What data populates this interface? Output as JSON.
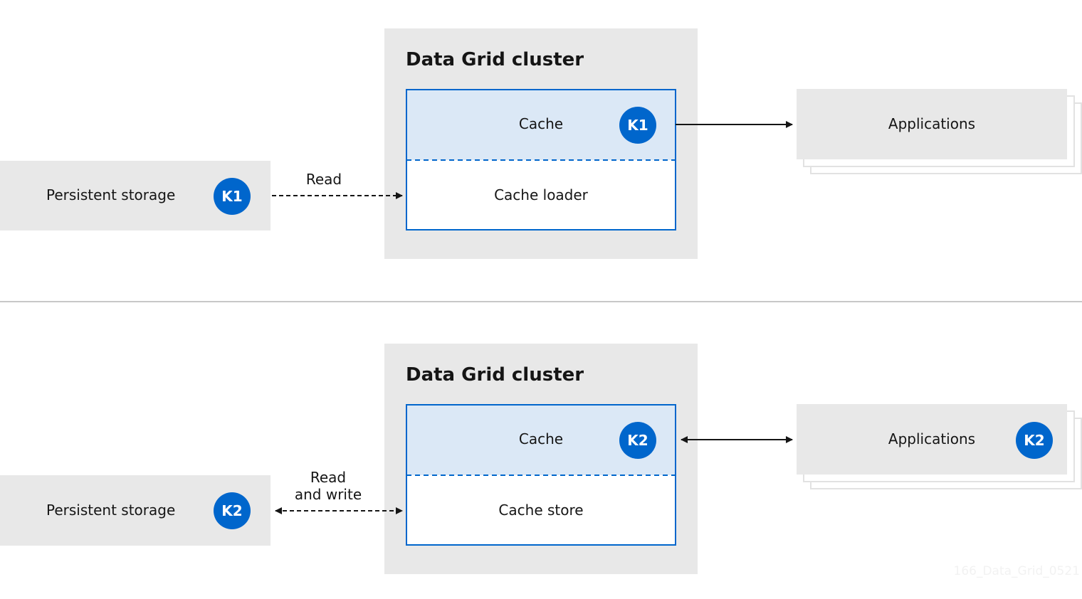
{
  "colors": {
    "panel_gray": "#e8e8e8",
    "cache_fill": "#dbe8f6",
    "blue": "#0066cc",
    "text": "#151515",
    "divider": "#c8c8c8"
  },
  "top": {
    "cluster_title": "Data Grid cluster",
    "cache_label": "Cache",
    "cache_badge": "K1",
    "lower_section_label": "Cache loader",
    "storage_label": "Persistent storage",
    "storage_badge": "K1",
    "arrow_label": "Read",
    "applications_label": "Applications"
  },
  "bottom": {
    "cluster_title": "Data Grid cluster",
    "cache_label": "Cache",
    "cache_badge": "K2",
    "lower_section_label": "Cache store",
    "storage_label": "Persistent storage",
    "storage_badge": "K2",
    "arrow_label_line1": "Read",
    "arrow_label_line2": "and write",
    "applications_label": "Applications",
    "applications_badge": "K2"
  },
  "watermark": "166_Data_Grid_0521"
}
